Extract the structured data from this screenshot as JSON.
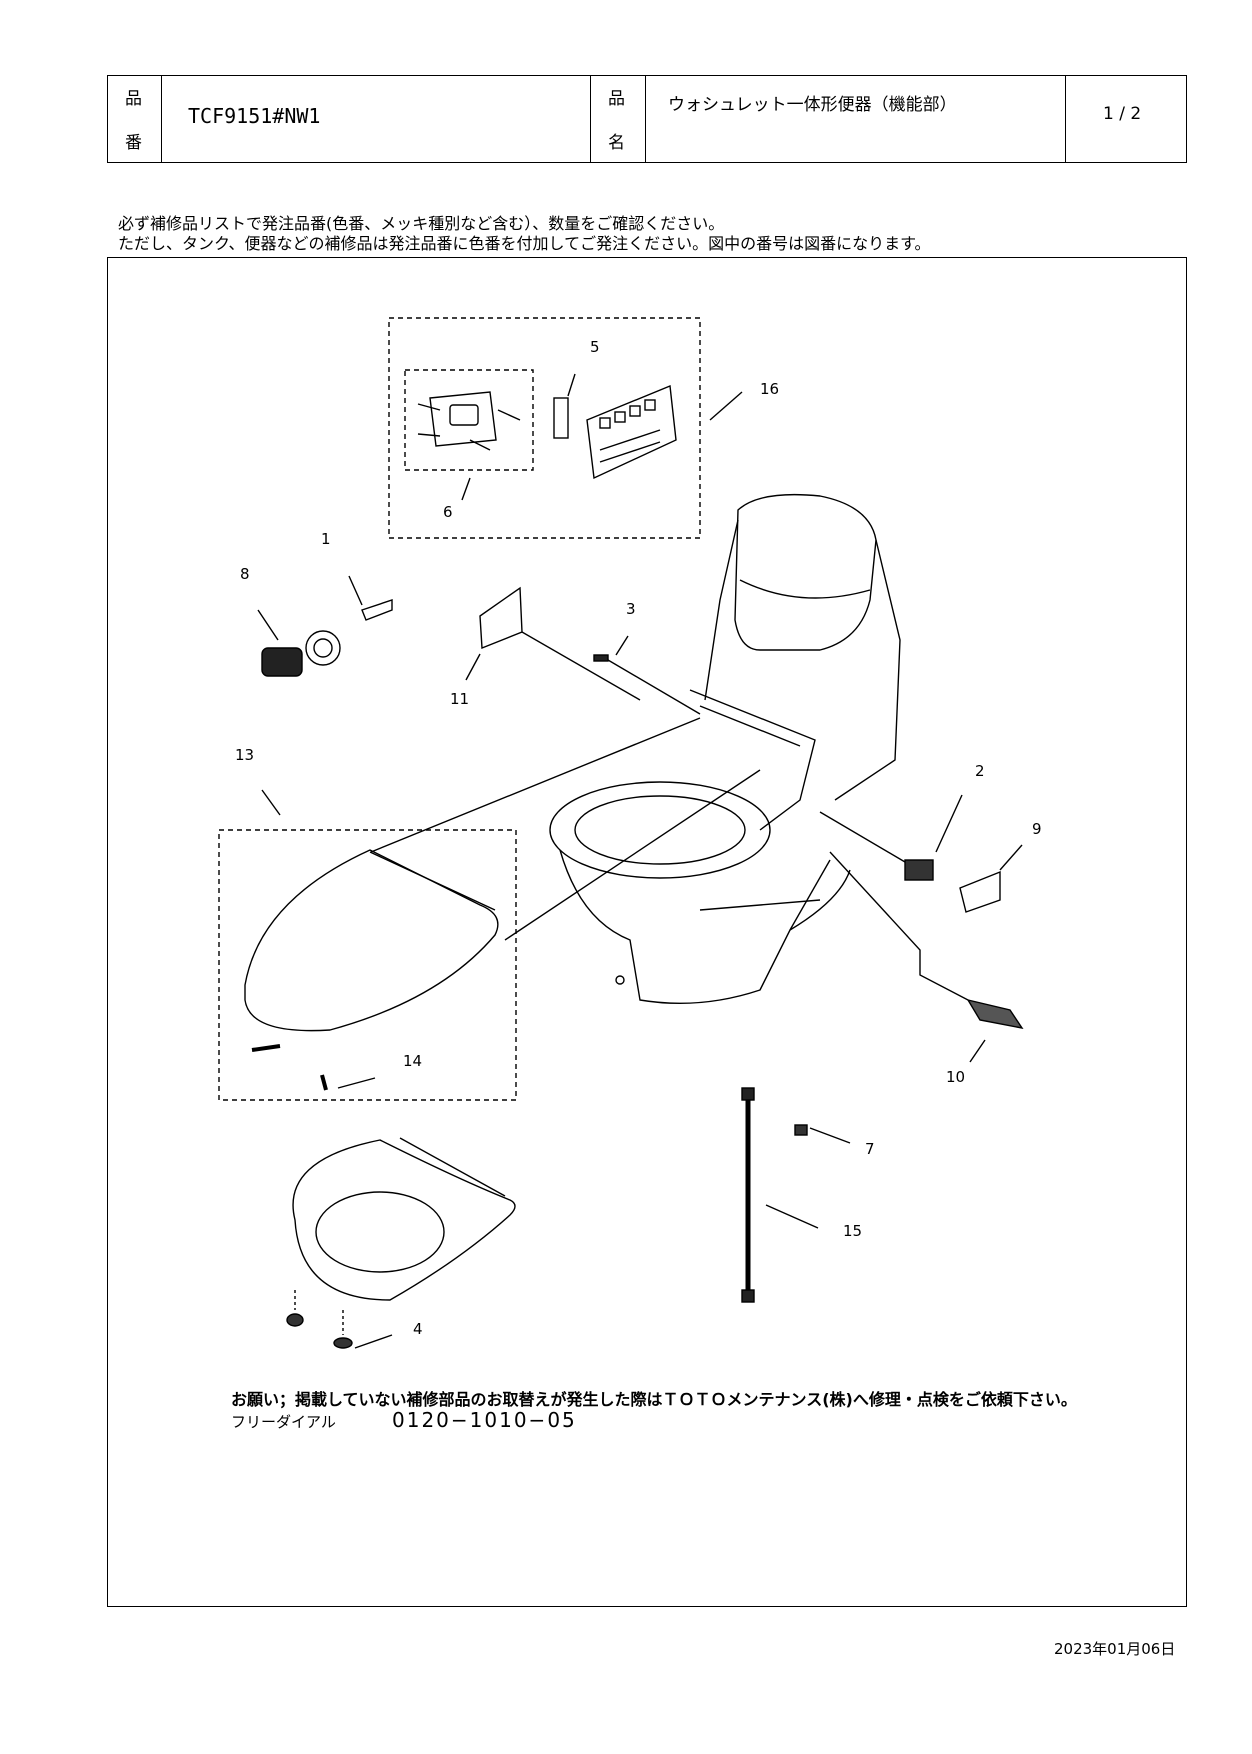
{
  "header": {
    "part_no_label_1": "品",
    "part_no_label_2": "番",
    "part_no": "TCF9151#NW1",
    "name_label_1": "品",
    "name_label_2": "名",
    "name": "ウォシュレット一体形便器（機能部）",
    "page": "1 / 2"
  },
  "notes": {
    "line1": "必ず補修品リストで発注品番(色番、メッキ種別など含む）、数量をご確認ください。",
    "line2": "ただし、タンク、便器などの補修品は発注品番に色番を付加してご発注ください。図中の番号は図番になります。"
  },
  "callouts": [
    "1",
    "2",
    "3",
    "4",
    "5",
    "6",
    "7",
    "8",
    "9",
    "10",
    "11",
    "13",
    "14",
    "15",
    "16"
  ],
  "footer": {
    "request": "お願い；掲載していない補修部品のお取替えが発生した際はＴＯＴＯメンテナンス(株)へ修理・点検をご依頼下さい。",
    "dial_label": "フリーダイアル",
    "dial_number": "0120−1010−05",
    "date": "2023年01月06日"
  }
}
